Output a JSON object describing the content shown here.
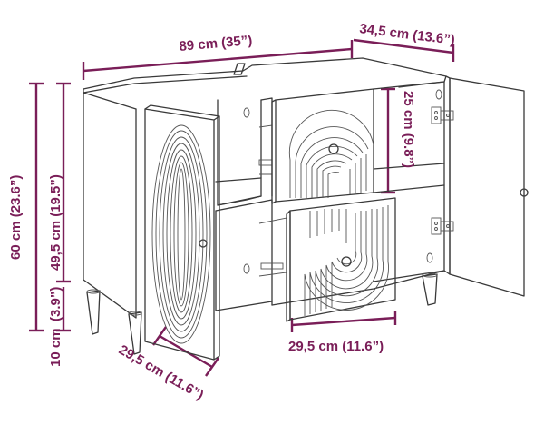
{
  "dimensions": {
    "width": "89 cm (35”)",
    "depth": "34,5 cm (13.6”)",
    "total_height": "60 cm (23.6”)",
    "body_height": "49,5 cm (19.5”)",
    "drawer_height": "25 cm (9.8”)",
    "leg_height_metric": "10 cm",
    "leg_height_imperial": "(3.9”)",
    "door_width": "29,5 cm (11.6”)",
    "drawer_width": "29,5 cm (11.6”)"
  },
  "colors": {
    "dimension": "#7a1e58",
    "line_art": "#3a3a3a"
  }
}
